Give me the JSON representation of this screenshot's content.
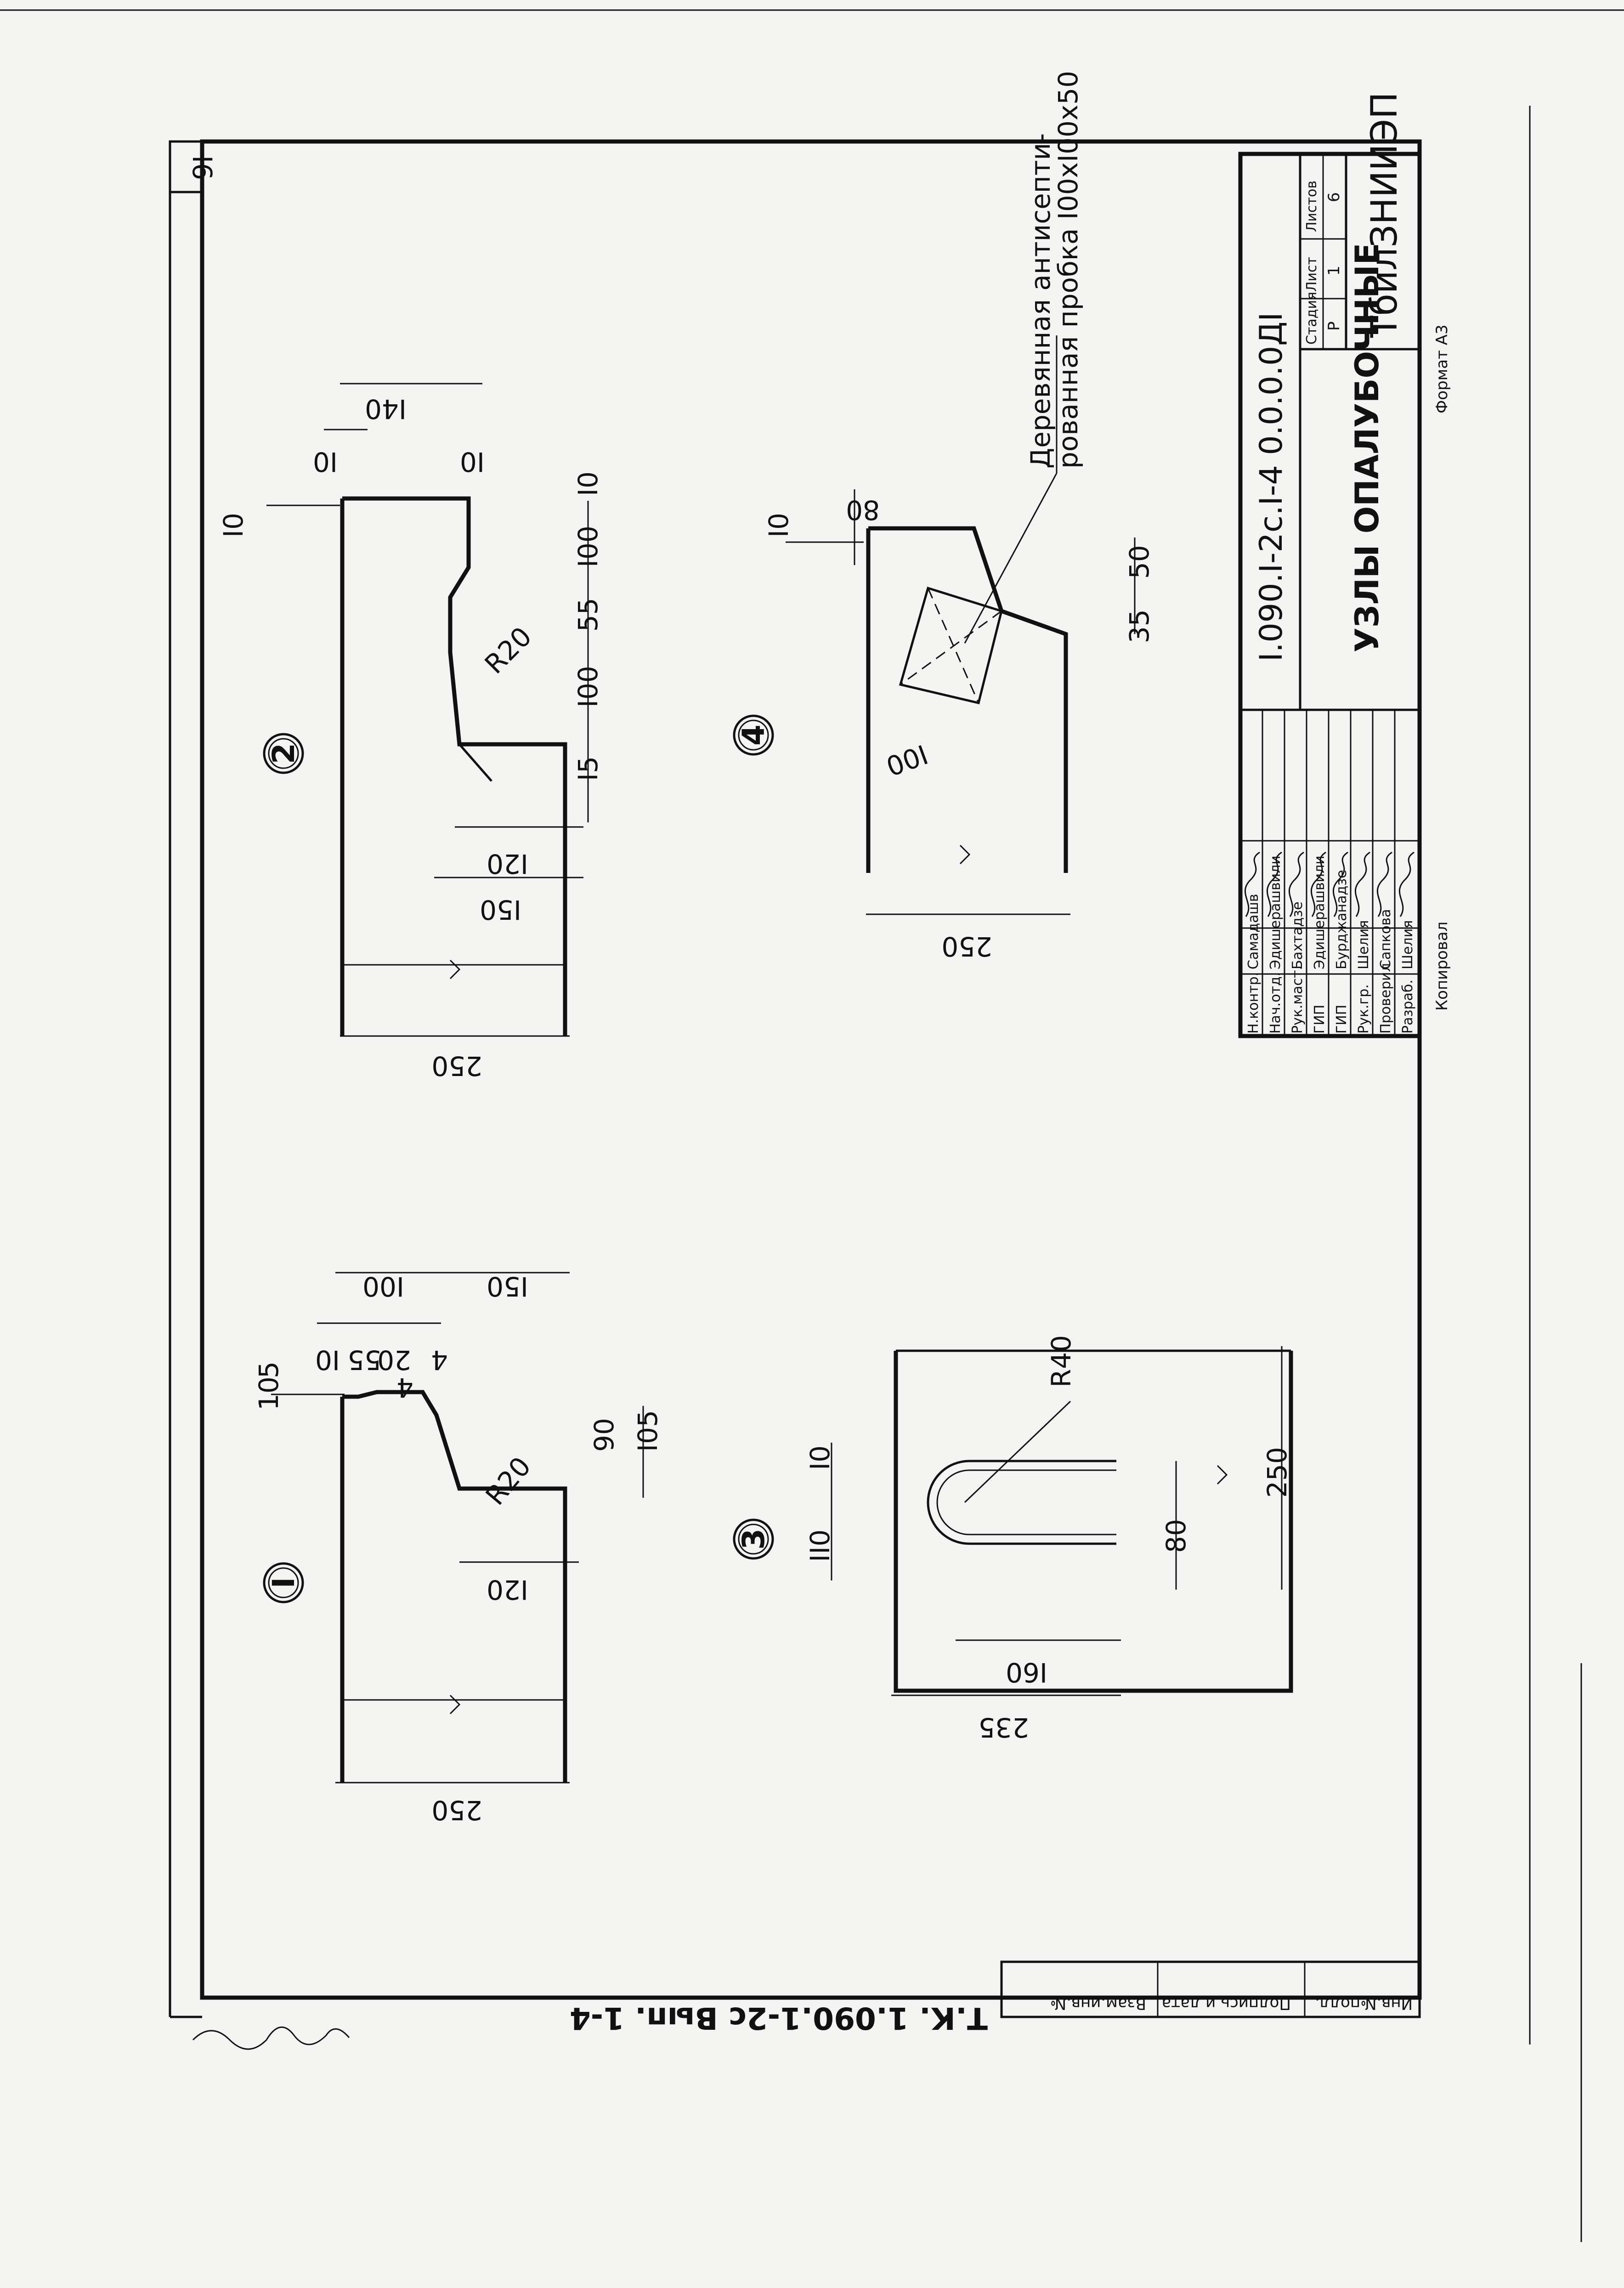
{
  "sheet": {
    "page_number": "I6",
    "series_code": "Т.К. 1.090.1-2с Вып. 1-4",
    "format_label": "Формат А3",
    "copied_label": "Копировал"
  },
  "left_stamp": {
    "inv_original": "Инв.№подл.",
    "signature_date": "Подпись и дата",
    "replace_inv": "Взам.инв.№"
  },
  "title_block": {
    "document_code": "I.090.I-2с.I-4 0.0.0.0ДI",
    "title": "УЗЛЫ ОПАЛУБОЧНЫЕ",
    "organization": "ТбилЗНИИЭП",
    "stage_header": "Стадия",
    "sheet_header": "Лист",
    "sheets_header": "Листов",
    "stage": "Р",
    "sheet": "1",
    "sheets": "6",
    "staff": [
      {
        "role": "Н.контр.",
        "name": "Самадашв"
      },
      {
        "role": "Нач.отд.",
        "name": "Эдишерашвили"
      },
      {
        "role": "Рук.маст.",
        "name": "Бахтадзе"
      },
      {
        "role": "ГИП",
        "name": "Эдишерашвили"
      },
      {
        "role": "ГИП",
        "name": "Бурджанадзе"
      },
      {
        "role": "Рук.гр.",
        "name": "Шелия"
      },
      {
        "role": "Проверил",
        "name": "Сапкова"
      },
      {
        "role": "Разраб.",
        "name": "Шелия"
      }
    ]
  },
  "nodes": {
    "n1": {
      "id": "I",
      "d_10": "10",
      "d_5": "5",
      "d_10b": "I0",
      "d_55": "55",
      "d_4a": "4",
      "d_20": "20",
      "d_4b": "4",
      "d_100": "I00",
      "d_150": "I50",
      "d_r20": "R20",
      "d_90": "90",
      "d_105": "I05",
      "d_120": "I20",
      "d_250": "250"
    },
    "n2": {
      "id": "2",
      "d_10a": "I0",
      "d_140": "I40",
      "d_10b": "I0",
      "d_10c": "I0",
      "d_10d": "I0",
      "d_100a": "I00",
      "d_55": "55",
      "d_100b": "I00",
      "d_15": "I5",
      "d_r20": "R20",
      "d_120": "I20",
      "d_150": "I50",
      "d_250": "250"
    },
    "n3": {
      "id": "3",
      "d_10": "I0",
      "d_110": "II0",
      "d_r40": "R40",
      "d_80": "80",
      "d_160": "I60",
      "d_235": "235",
      "d_250": "250"
    },
    "n4": {
      "id": "4",
      "d_10": "I0",
      "d_80": "80",
      "d_50": "50",
      "d_35": "35",
      "d_100": "I00",
      "d_250": "250",
      "note_line1": "Деревянная антисепти-",
      "note_line2": "рованная пробка I00xI00x50"
    }
  }
}
